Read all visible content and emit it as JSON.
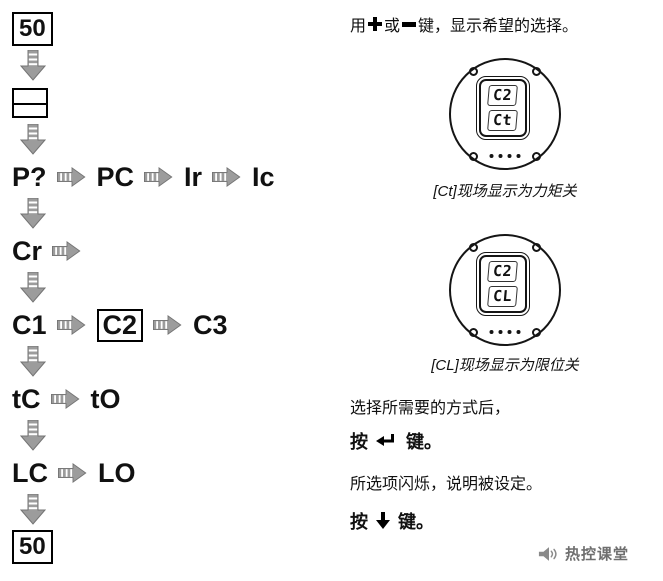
{
  "flow": {
    "top_box": "50",
    "row1": {
      "a": "P?",
      "b": "PC",
      "c": "Ir",
      "d": "Ic"
    },
    "row2": {
      "a": "Cr"
    },
    "row3": {
      "a": "C1",
      "b": "C2",
      "c": "C3"
    },
    "row4": {
      "a": "tC",
      "b": "tO"
    },
    "row5": {
      "a": "LC",
      "b": "LO"
    },
    "bottom_box": "50"
  },
  "instructions": {
    "top": {
      "pre": "用",
      "mid": "或",
      "post": "键，显示希望的选择。"
    },
    "select": "选择所需要的方式后，",
    "press_enter": {
      "pre": "按",
      "post": "键。"
    },
    "blink": "所选项闪烁，说明被设定。",
    "press_down": {
      "pre": "按",
      "post": "键。"
    }
  },
  "displays": {
    "d1": {
      "line1": "C2",
      "line2": "Ct",
      "caption": "[Ct]现场显示为力矩关"
    },
    "d2": {
      "line1": "C2",
      "line2": "CL",
      "caption": "[CL]现场显示为限位关"
    }
  },
  "logo": {
    "text": "热控课堂"
  },
  "icons": {
    "plus-icon": "bold black cross",
    "minus-icon": "bold black bar",
    "enter-key-icon": "black return arrow",
    "down-key-icon": "black solid down arrow",
    "flow-arrow-right-icon": "gray striped block arrow right",
    "flow-arrow-down-icon": "gray striped block arrow down",
    "speaker-icon": "gray megaphone with sound waves",
    "screw-icon": "small circle",
    "indicator-leds": "four black dots"
  },
  "colors": {
    "arrow_gray": "#9c9c9c",
    "arrow_outline": "#747474",
    "text": "#111111",
    "logo_gray": "#6f6f6f"
  }
}
